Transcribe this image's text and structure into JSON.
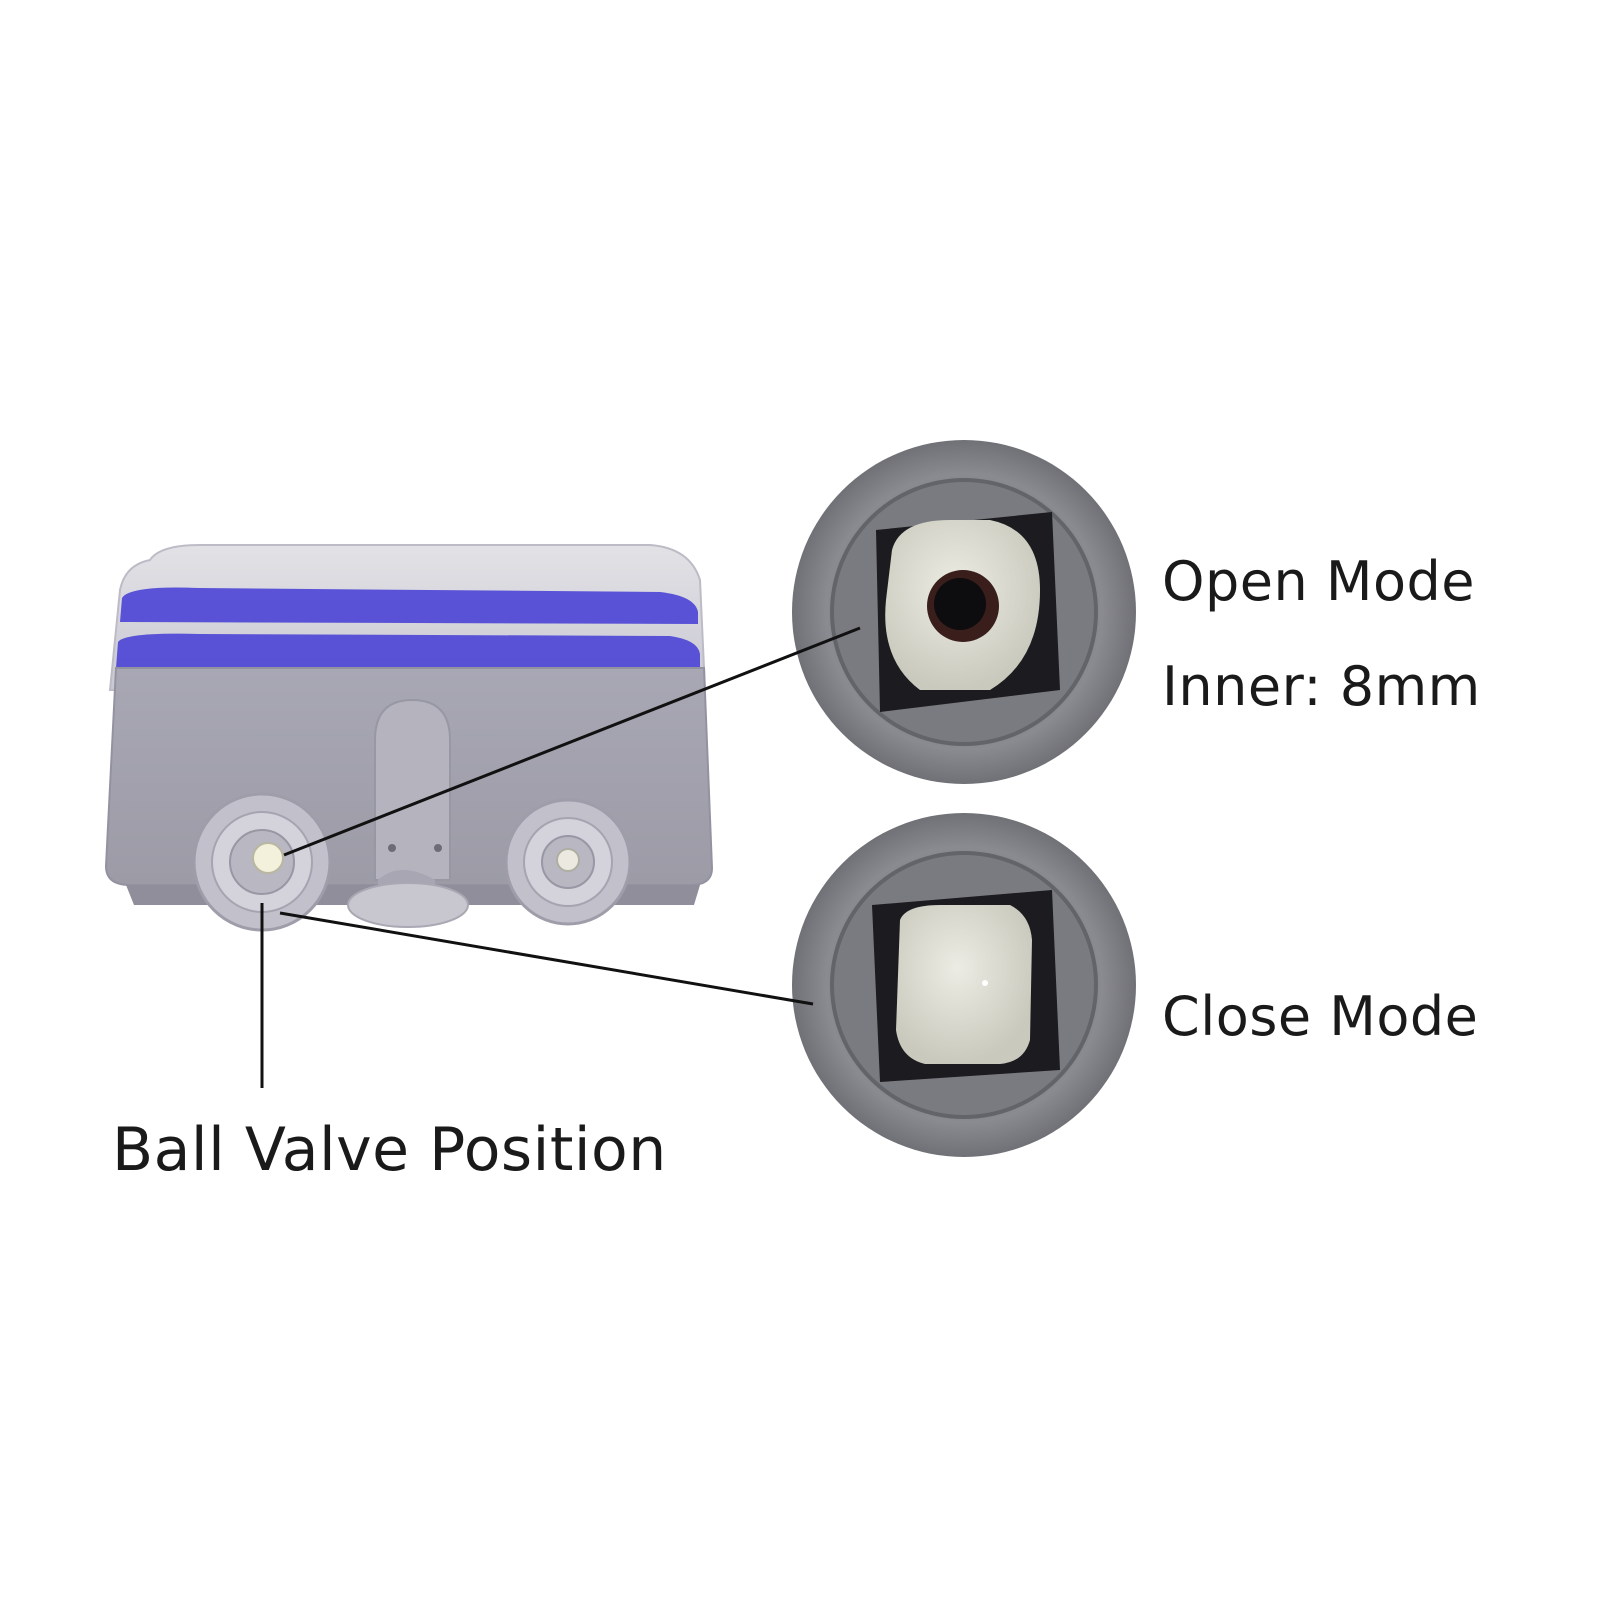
{
  "labels": {
    "open_mode": "Open Mode",
    "inner_size": "Inner: 8mm",
    "close_mode": "Close Mode",
    "ball_valve_position": "Ball Valve Position"
  },
  "colors": {
    "housing_grey": "#a9a8b3",
    "lid_translucent": "#d6d6dc",
    "seal_blue": "#4b44d6",
    "connector_grey": "#7c7d82",
    "ball_cream": "#d9d9ce",
    "leader_line": "#111111"
  }
}
